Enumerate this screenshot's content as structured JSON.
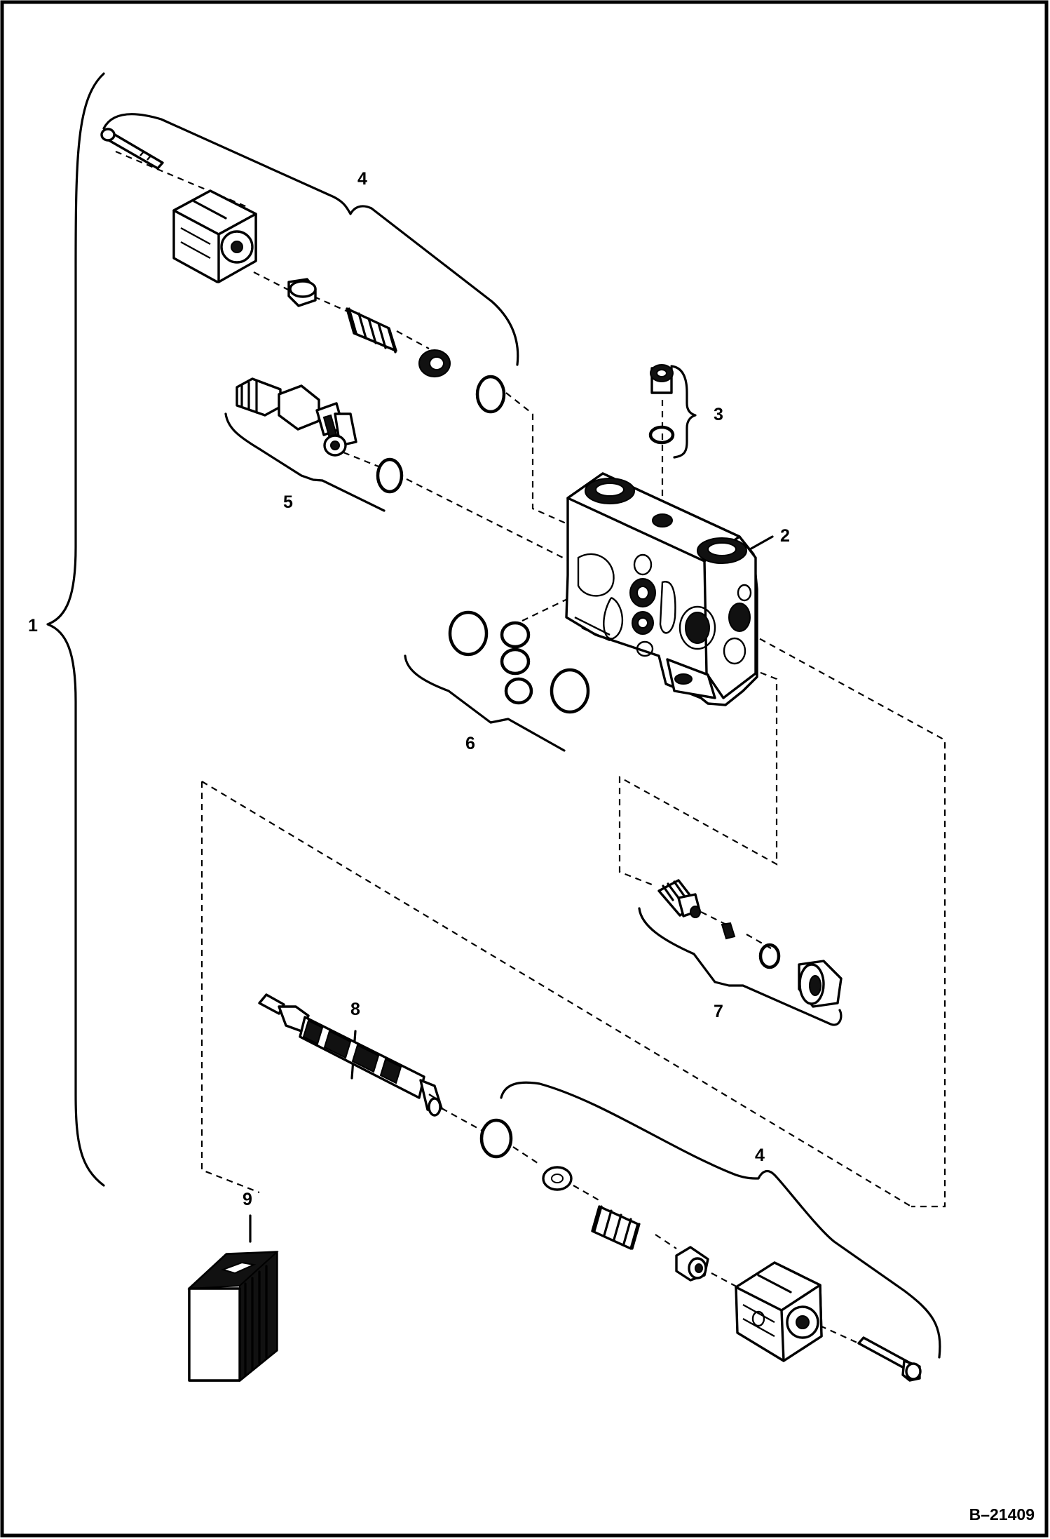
{
  "callouts": {
    "c1": "1",
    "c2": "2",
    "c3": "3",
    "c4_top": "4",
    "c4_bottom": "4",
    "c5": "5",
    "c6": "6",
    "c7": "7",
    "c8": "8",
    "c9": "9"
  },
  "figure_ref": "B–21409",
  "colors": {
    "ink": "#000000",
    "paper": "#ffffff"
  }
}
